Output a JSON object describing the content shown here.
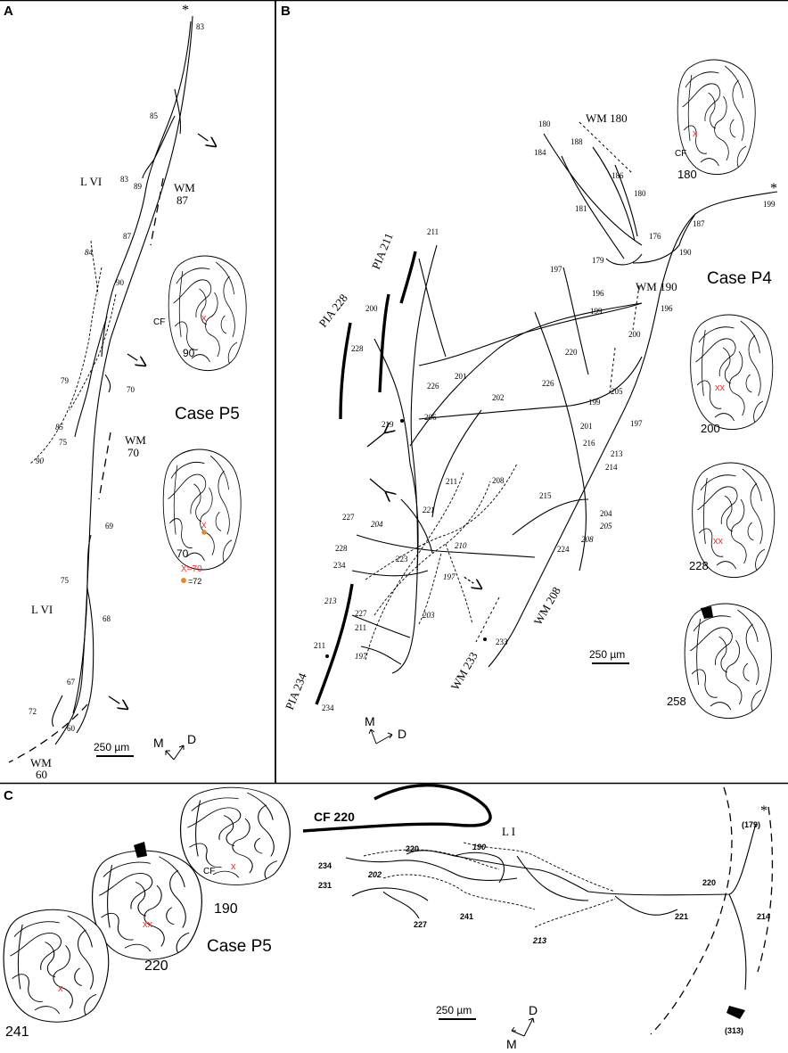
{
  "panels": {
    "a": {
      "letter": "A",
      "case_label": "Case P5",
      "layer_labels": [
        "L VI",
        "L VI"
      ],
      "wm_labels": [
        {
          "a": "WM",
          "b": "87"
        },
        {
          "a": "WM",
          "b": "70"
        },
        {
          "a": "WM",
          "b": "60"
        }
      ],
      "section_numbers": [
        "83",
        "85",
        "83",
        "89",
        "87",
        "84",
        "90",
        "79",
        "70",
        "85",
        "75",
        "90",
        "69",
        "75",
        "68",
        "67",
        "72",
        "60"
      ],
      "inset_labels": [
        "CF",
        "90",
        "70"
      ],
      "legend": {
        "x_label": "X=70",
        "dot_label": "=72"
      },
      "scale_bar": "250 µm",
      "orientation": {
        "m": "M",
        "d": "D"
      },
      "asterisk": "*"
    },
    "b": {
      "letter": "B",
      "case_label": "Case P4",
      "pia_labels": [
        "PIA 211",
        "PIA 228",
        "PIA 234"
      ],
      "wm_labels": [
        "WM 180",
        "WM 190",
        "WM 208",
        "WM 233"
      ],
      "section_numbers": [
        "180",
        "188",
        "184",
        "186",
        "180",
        "181",
        "176",
        "179",
        "190",
        "187",
        "199",
        "211",
        "197",
        "196",
        "196",
        "200",
        "199",
        "200",
        "220",
        "228",
        "226",
        "201",
        "202",
        "226",
        "205",
        "199",
        "219",
        "206",
        "201",
        "197",
        "216",
        "213",
        "214",
        "211",
        "208",
        "215",
        "204",
        "205",
        "208",
        "227",
        "204",
        "221",
        "228",
        "223",
        "210",
        "234",
        "197",
        "224",
        "203",
        "213",
        "227",
        "211",
        "211",
        "197",
        "234",
        "233"
      ],
      "inset_labels": [
        "CF",
        "180",
        "200",
        "228",
        "258"
      ],
      "scale_bar": "250 µm",
      "orientation": {
        "m": "M",
        "d": "D"
      },
      "asterisk": "*"
    },
    "c": {
      "letter": "C",
      "case_label": "Case P5",
      "cf_label": "CF 220",
      "layer_label": "L I",
      "inset_labels": [
        "CF",
        "190",
        "220",
        "241"
      ],
      "section_numbers": [
        "220",
        "190",
        "234",
        "202",
        "231",
        "227",
        "241",
        "213",
        "220",
        "221",
        "214"
      ],
      "paren_labels": [
        "(179)",
        "(313)"
      ],
      "scale_bar": "250 µm",
      "orientation": {
        "d": "D",
        "m": "M"
      },
      "asterisk": "*"
    }
  }
}
